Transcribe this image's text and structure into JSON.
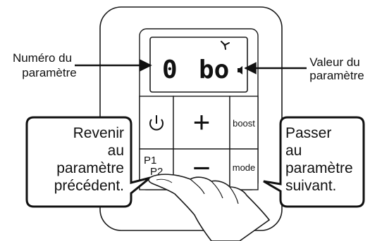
{
  "labels": {
    "parameter_number": [
      "Numéro du",
      "paramètre"
    ],
    "parameter_value": [
      "Valeur du",
      "paramètre"
    ],
    "previous_callout": [
      "Revenir",
      "au",
      "paramètre",
      "précédent."
    ],
    "next_callout": [
      "Passer",
      "au",
      "paramètre",
      "suivant."
    ]
  },
  "display": {
    "parameter_number": "0",
    "parameter_value": "bo"
  },
  "buttons": {
    "power_icon": "power-icon",
    "plus": "+",
    "minus": "−",
    "boost": "boost",
    "mode": "mode",
    "p1": "P1",
    "p2": "P2"
  },
  "icons": {
    "fan": "fan-icon",
    "speaker": "speaker-icon",
    "hand": "pointing-hand-icon"
  }
}
